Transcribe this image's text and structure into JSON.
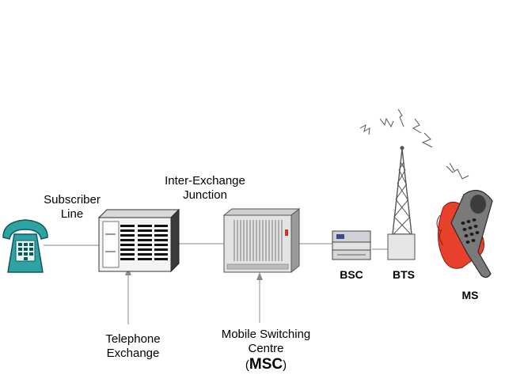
{
  "labels": {
    "subscriber_line": [
      "Subscriber",
      "Line"
    ],
    "inter_exchange_junction": [
      "Inter-Exchange",
      "Junction"
    ],
    "telephone_exchange": [
      "Telephone",
      "Exchange"
    ],
    "msc_name": [
      "Mobile Switching",
      "Centre"
    ],
    "msc_abbr": {
      "open": "(",
      "abbr": "MSC",
      "close": ")"
    },
    "bsc": "BSC",
    "bts": "BTS",
    "ms": "MS"
  },
  "colors": {
    "phone_teal": "#2fa3a3",
    "phone_dark": "#0b5a5a",
    "line_gray": "#8a8a8a",
    "skin": "#e8412b",
    "handset_gray": "#7a7a7a"
  }
}
